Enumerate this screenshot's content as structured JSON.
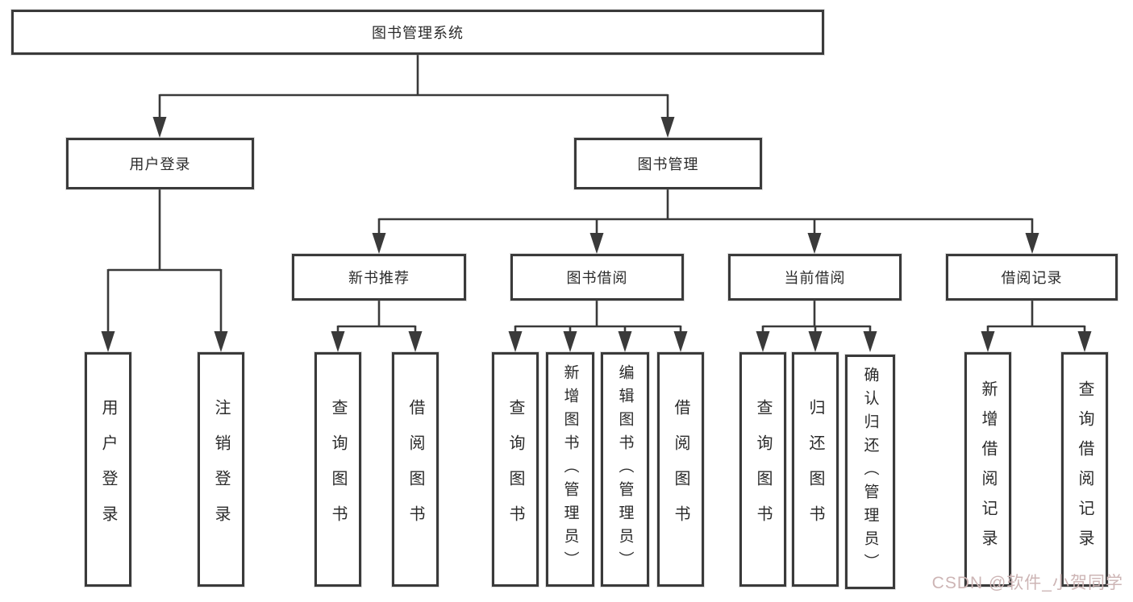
{
  "diagram": {
    "title": "图书管理系统",
    "branches": {
      "user_login": {
        "label": "用户登录",
        "children": {
          "login": "用户登录",
          "logout": "注销登录"
        }
      },
      "book_mgmt": {
        "label": "图书管理",
        "groups": {
          "new_book": {
            "label": "新书推荐",
            "children": {
              "query": "查询图书",
              "borrow": "借阅图书"
            }
          },
          "borrow": {
            "label": "图书借阅",
            "children": {
              "query": "查询图书",
              "add": "新增图书（管理员）",
              "edit": "编辑图书（管理员）",
              "borrow": "借阅图书"
            }
          },
          "current": {
            "label": "当前借阅",
            "children": {
              "query": "查询图书",
              "return": "归还图书",
              "confirm": "确认归还（管理员）"
            }
          },
          "records": {
            "label": "借阅记录",
            "children": {
              "add": "新增借阅记录",
              "query": "查询借阅记录"
            }
          }
        }
      }
    }
  },
  "watermark": {
    "text": "CSDN @软件_小贺同学",
    "color": "#cdb5b5"
  },
  "colors": {
    "line": "#3a3a3a",
    "border": "#3a3a3a",
    "text": "#2b2b2b",
    "background": "#ffffff"
  }
}
